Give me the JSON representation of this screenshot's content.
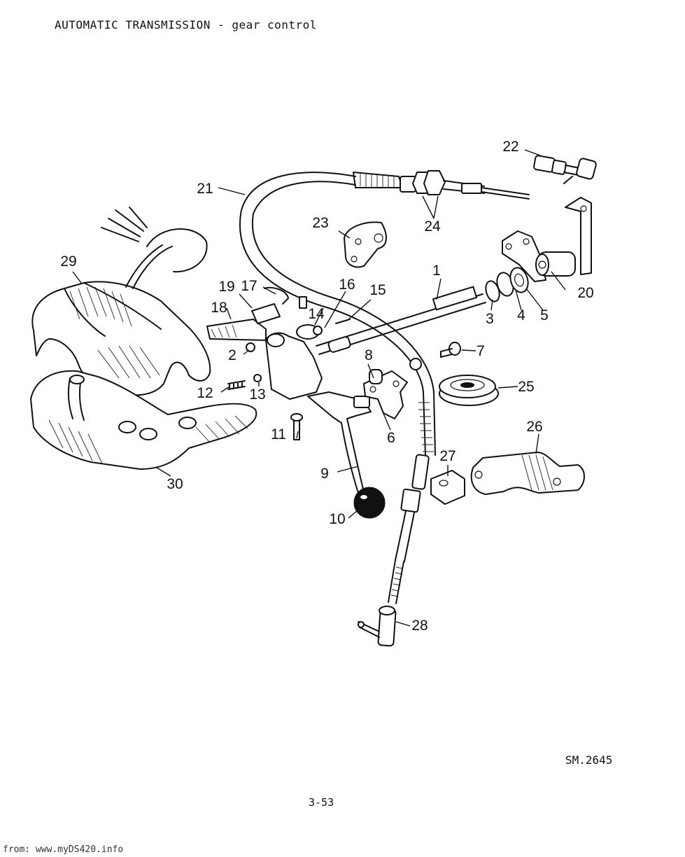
{
  "header": {
    "title": "AUTOMATIC TRANSMISSION - gear control"
  },
  "footer": {
    "ref_code": "SM.2645",
    "page_number": "3-53",
    "source": "from: www.myDS420.info"
  },
  "callouts": [
    "1",
    "2",
    "3",
    "4",
    "5",
    "6",
    "7",
    "8",
    "9",
    "10",
    "11",
    "12",
    "13",
    "14",
    "15",
    "16",
    "17",
    "18",
    "19",
    "20",
    "21",
    "22",
    "23",
    "24",
    "25",
    "26",
    "27",
    "28",
    "29",
    "30"
  ]
}
